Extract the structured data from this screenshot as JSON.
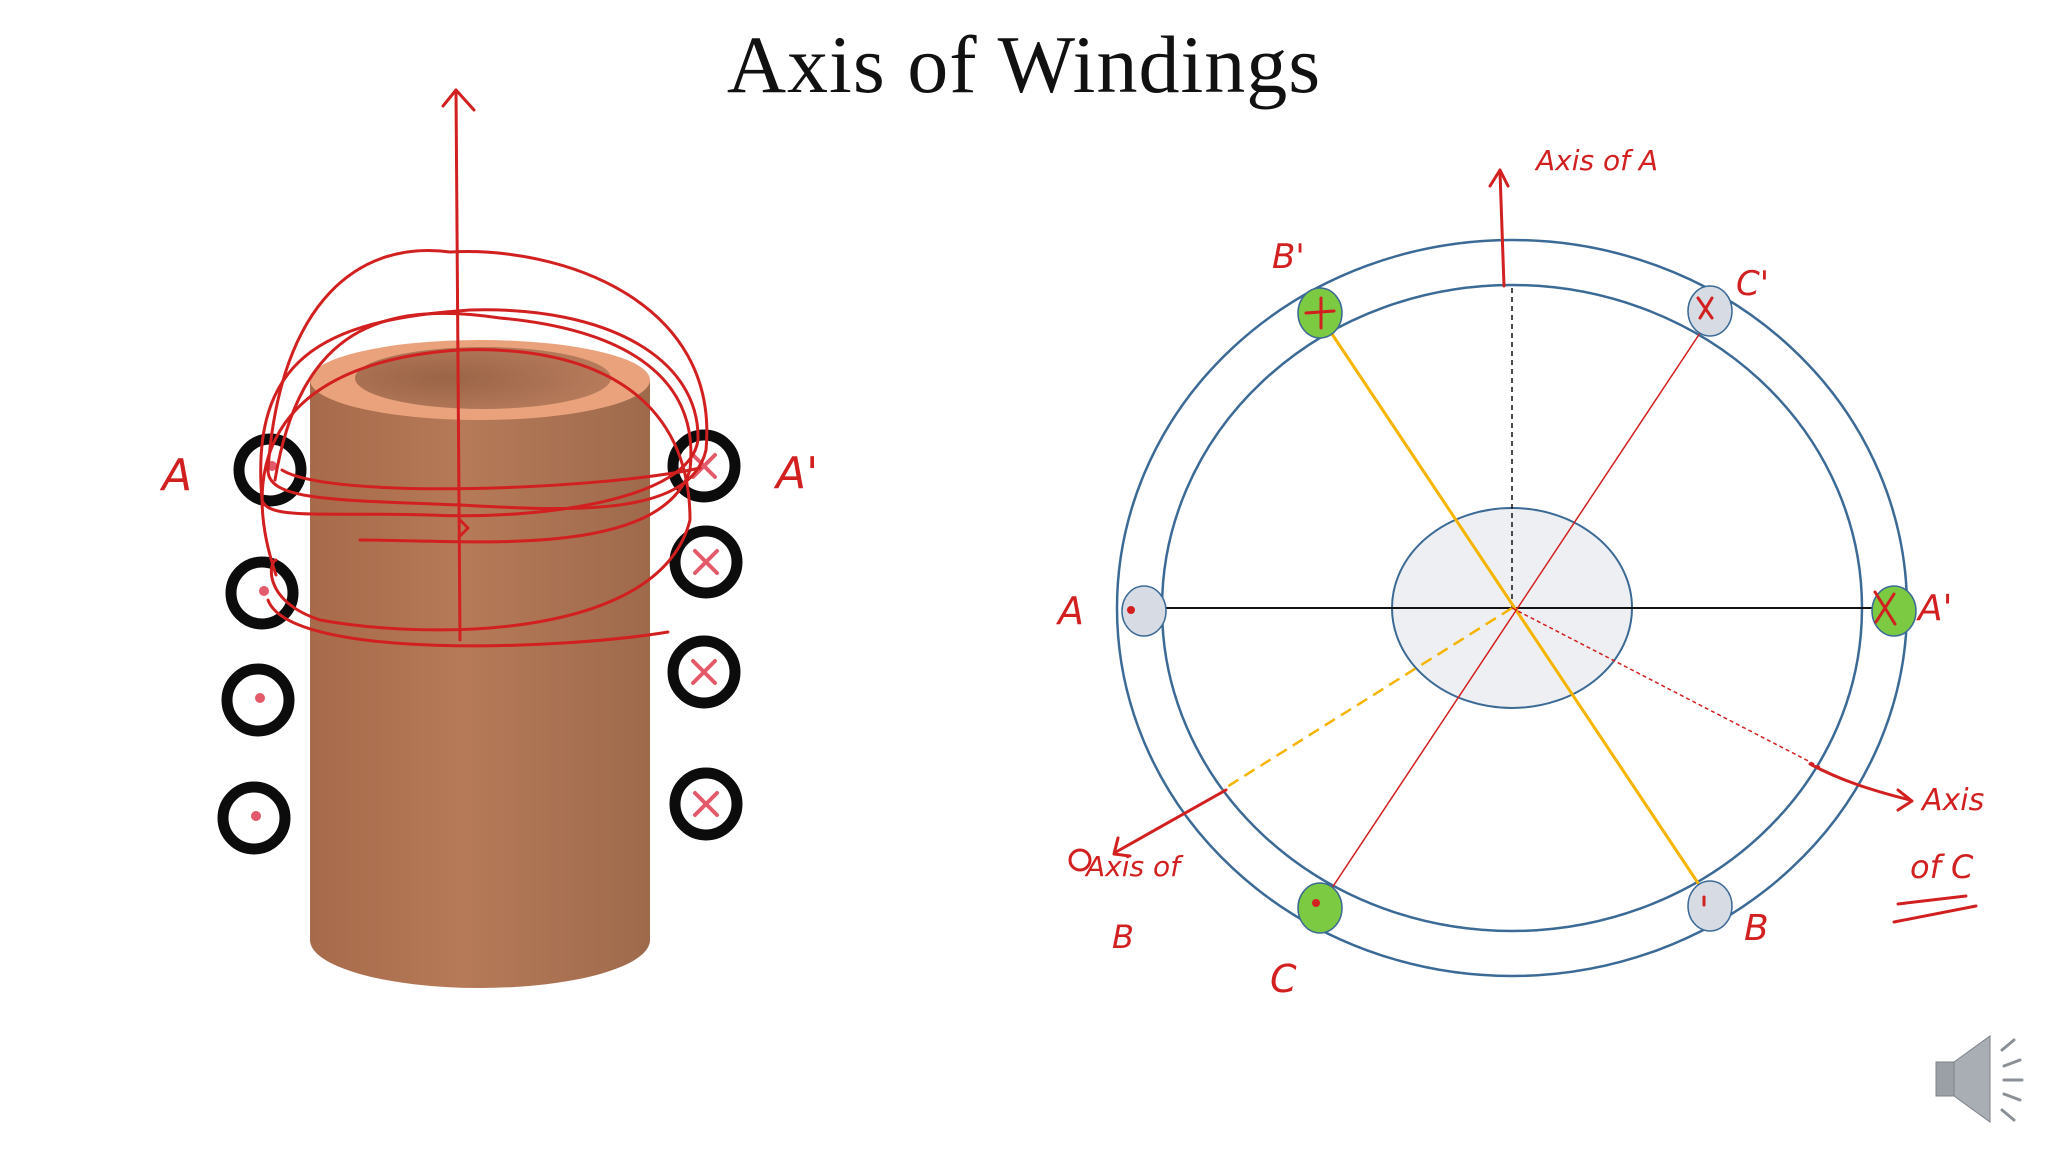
{
  "slide": {
    "title": "Axis of Windings"
  },
  "left_figure": {
    "coil_label_left": "A",
    "coil_label_right": "A'",
    "coil_count_per_side": 4
  },
  "right_figure": {
    "slot_labels": {
      "a": "A",
      "a_prime": "A'",
      "b": "B",
      "b_prime": "B'",
      "c": "C",
      "c_prime": "C'"
    },
    "axis_labels": {
      "axis_a": "Axis of A",
      "axis_b_line1": "Axis of",
      "axis_b_line2": "B",
      "axis_c_line1": "Axis",
      "axis_c_line2": "of C"
    },
    "colors": {
      "stator_ring": "#3b6a96",
      "slot_green": "#7cc942",
      "slot_grey": "#d7dce4",
      "rotor_fill": "#eeeff2",
      "phase_b_line": "#f5b400",
      "phase_c_line": "#d21f1f",
      "annotation_red": "#d21f1f"
    }
  },
  "player": {
    "speaker_icon": "speaker-icon"
  }
}
